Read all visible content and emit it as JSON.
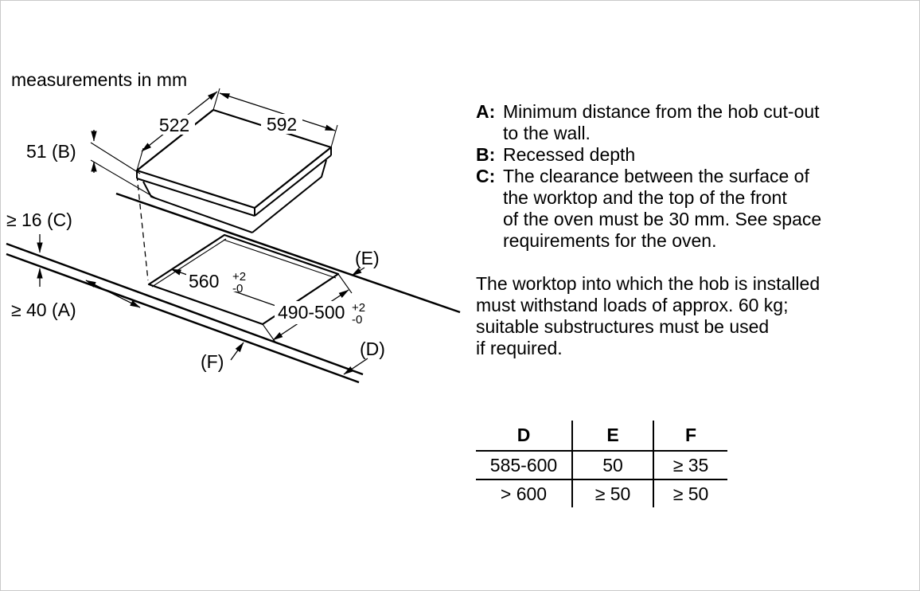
{
  "note": "measurements in mm",
  "diagram": {
    "dim_522": "522",
    "dim_592": "592",
    "dim_51": "51 (B)",
    "dim_16": "≥ 16 (C)",
    "dim_40": "≥ 40 (A)",
    "cutout_width": "560",
    "cutout_width_tol_plus": "+2",
    "cutout_width_tol_minus": "-0",
    "cutout_depth": "490-500",
    "cutout_depth_tol_plus": "+2",
    "cutout_depth_tol_minus": "-0",
    "label_e": "(E)",
    "label_d": "(D)",
    "label_f": "(F)"
  },
  "legend": {
    "items": [
      {
        "key": "A:",
        "text": "Minimum distance from the hob cut-out\nto the wall."
      },
      {
        "key": "B:",
        "text": "Recessed depth"
      },
      {
        "key": "C:",
        "text": "The clearance between the surface of\nthe worktop and the top of the front\nof the oven must be 30 mm. See space\nrequirements for the oven."
      }
    ],
    "paragraph": "The worktop into which the hob is installed\nmust withstand loads of approx. 60 kg;\nsuitable substructures must be used\nif required."
  },
  "table": {
    "headers": [
      "D",
      "E",
      "F"
    ],
    "rows": [
      [
        "585-600",
        "50",
        "≥ 35"
      ],
      [
        "> 600",
        "≥ 50",
        "≥ 50"
      ]
    ]
  },
  "colors": {
    "ink": "#000000",
    "background": "#ffffff"
  }
}
